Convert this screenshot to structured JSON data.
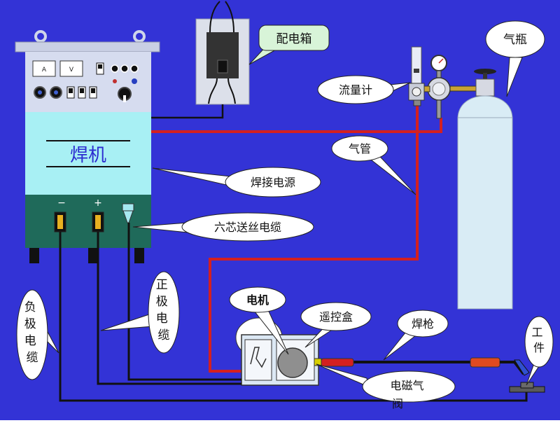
{
  "diagram": {
    "background_color": "#3333d6",
    "labels": {
      "welder_panel": "焊机",
      "minus": "−",
      "plus": "+",
      "distribution_box": "配电箱",
      "gas_cylinder": "气瓶",
      "flowmeter": "流量计",
      "gas_hose": "气管",
      "welding_power_source": "焊接电源",
      "six_core_cable": "六芯送丝电缆",
      "positive_cable": "正极电缆",
      "negative_cable": "负极电缆",
      "motor": "电机",
      "remote_box": "遥控盒",
      "welding_torch": "焊枪",
      "solenoid_valve_line1": "电磁气",
      "solenoid_valve_line2": "阀",
      "workpiece": "工件"
    },
    "colors": {
      "gas_line": "#d42020",
      "power_line": "#d42020",
      "cable": "#111111",
      "machine_top": "#d6dcef",
      "machine_mid": "#a8f0f4",
      "machine_bottom": "#1f6a5a",
      "callout": "#ffffff",
      "callout_green": "#d8f4d8"
    }
  }
}
